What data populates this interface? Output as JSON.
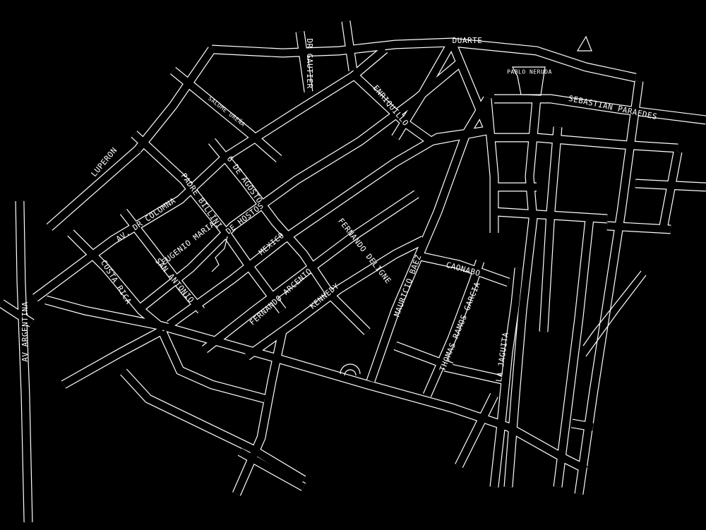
{
  "map": {
    "background_color": "#000000",
    "line_color": "#ffffff",
    "street_labels": {
      "duarte": "DUARTE",
      "dr_gautier": "DR GAUTIER",
      "pablo_neruda": "PABLO NERUDA",
      "sebastian_paraedes": "SEBASTIAN PARAEDES",
      "salome_urena": "SALOME UREÑA",
      "seis_de_agosto": "6 DE AGOSTO",
      "luperon": "LUPERON",
      "av_dr_columna": "AV. DR COLOMNA",
      "padre_billini": "PADRE BILLINI",
      "de_hostos": "DE HOSTOS",
      "enriquillo": "ENRIQUILLO",
      "costa_rica": "COSTA RICA",
      "san_antonio": "SAN ANTONIO",
      "eugenio_maria": "EUGENIO MARIA",
      "mexico": "MEXICO",
      "fernando_arcenio": "FERNANDO ARCENIO",
      "kennedy": "KENNEDY",
      "fernando_deligne": "FERNANDO DELIGNE",
      "mauricio_baez": "MAURICIO BAEZ",
      "caonabo": "CAONABO",
      "thomas_ramos_garcia": "THOMAS RAMOS GARCIA",
      "la_jaguita": "LA JAGUITA",
      "av_argentina": "AV ARGENTINA"
    }
  }
}
